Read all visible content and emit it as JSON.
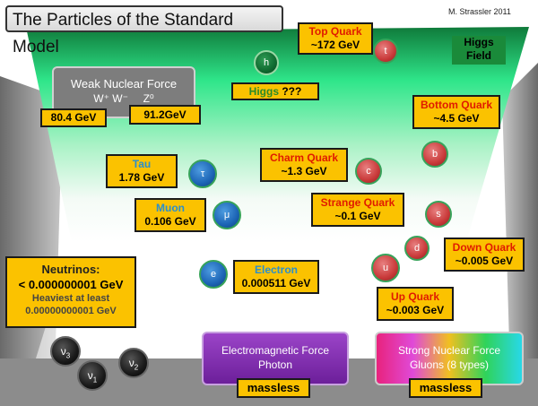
{
  "title": "The Particles of the Standard Model",
  "credit": "M. Strassler  2011",
  "higgs_field": "Higgs Field",
  "weak_force": {
    "title": "Weak Nuclear Force",
    "w_label": "W⁺ W⁻",
    "z_label": "Z⁰",
    "w_mass": "80.4 GeV",
    "z_mass": "91.2GeV"
  },
  "higgs": {
    "symbol": "h",
    "name": "Higgs",
    "mass": "???"
  },
  "quarks": {
    "top": {
      "symbol": "t",
      "name": "Top Quark",
      "mass": "~172 GeV"
    },
    "bottom": {
      "symbol": "b",
      "name": "Bottom Quark",
      "mass": "~4.5 GeV"
    },
    "charm": {
      "symbol": "c",
      "name": "Charm Quark",
      "mass": "~1.3 GeV"
    },
    "strange": {
      "symbol": "s",
      "name": "Strange Quark",
      "mass": "~0.1 GeV"
    },
    "down": {
      "symbol": "d",
      "name": "Down Quark",
      "mass": "~0.005 GeV"
    },
    "up": {
      "symbol": "u",
      "name": "Up Quark",
      "mass": "~0.003 GeV"
    }
  },
  "leptons": {
    "tau": {
      "symbol": "τ",
      "name": "Tau",
      "mass": "1.78 GeV"
    },
    "muon": {
      "symbol": "μ",
      "name": "Muon",
      "mass": "0.106 GeV"
    },
    "electron": {
      "symbol": "e",
      "name": "Electron",
      "mass": "0.000511 GeV"
    }
  },
  "neutrinos": {
    "name": "Neutrinos:",
    "mass": "< 0.000000001 GeV",
    "heaviest_label": "Heaviest at least",
    "heaviest_mass": "0.00000000001 GeV",
    "symbols": [
      "ν",
      "ν",
      "ν"
    ],
    "subscripts": [
      "3",
      "1",
      "2"
    ]
  },
  "em_force": {
    "title": "Electromagnetic Force",
    "particle": "Photon",
    "mass": "massless"
  },
  "strong_force": {
    "title": "Strong Nuclear Force",
    "particle": "Gluons (8 types)",
    "mass": "massless"
  },
  "colors": {
    "field_green": "#2fe68a",
    "quark_red": "#c93a3a",
    "lepton_blue": "#1c64b5",
    "label_yellow": "#fbc200",
    "em_purple": "#8a33b5"
  }
}
